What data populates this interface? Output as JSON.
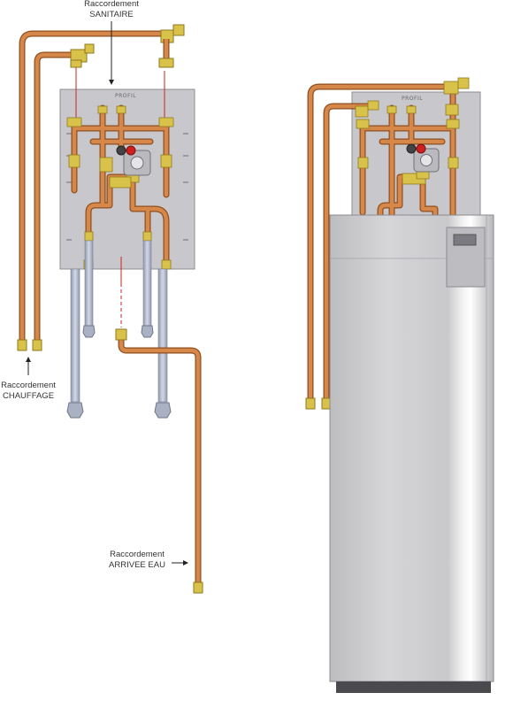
{
  "labels": {
    "sanitaire": {
      "line1": "Raccordement",
      "line2": "SANITAIRE"
    },
    "chauffage": {
      "line1": "Raccordement",
      "line2": "CHAUFFAGE"
    },
    "arrivee_eau": {
      "line1": "Raccordement",
      "line2": "ARRIVEE EAU"
    }
  },
  "brand": "PROFIL",
  "colors": {
    "copper": "#c8793a",
    "copper_dark": "#8e4f1f",
    "brass": "#d9c24a",
    "brass_dark": "#8f7a1c",
    "flex_hose": "#b6bed2",
    "plate": "#c8c8cc",
    "cabinet": "#cfcfd2",
    "valve_red": "#d01f1f",
    "guide_red": "#d01f1f"
  }
}
